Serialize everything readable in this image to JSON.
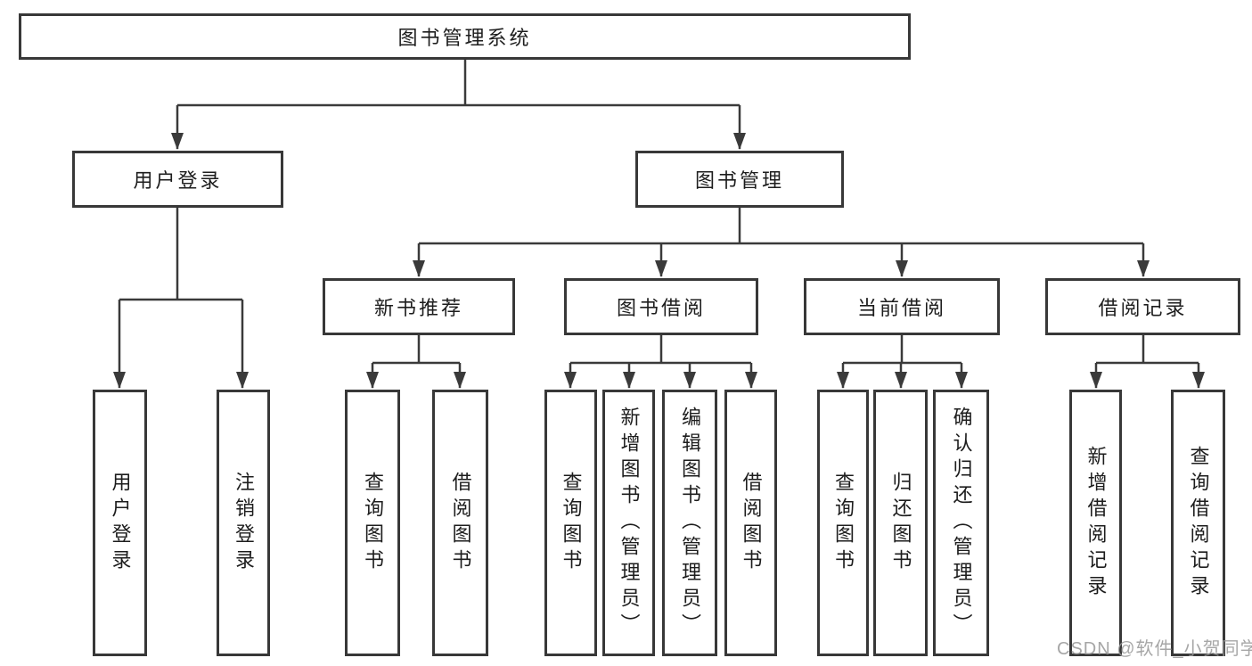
{
  "diagram": {
    "root": {
      "label": "图书管理系统"
    },
    "level2": [
      {
        "label": "用户登录"
      },
      {
        "label": "图书管理"
      }
    ],
    "level3": [
      {
        "label": "新书推荐"
      },
      {
        "label": "图书借阅"
      },
      {
        "label": "当前借阅"
      },
      {
        "label": "借阅记录"
      }
    ],
    "leaves": [
      {
        "label": "用户登录"
      },
      {
        "label": "注销登录"
      },
      {
        "label": "查询图书"
      },
      {
        "label": "借阅图书"
      },
      {
        "label": "查询图书"
      },
      {
        "label": "新增图书（管理员）"
      },
      {
        "label": "编辑图书（管理员）"
      },
      {
        "label": "借阅图书"
      },
      {
        "label": "查询图书"
      },
      {
        "label": "归还图书"
      },
      {
        "label": "确认归还（管理员）"
      },
      {
        "label": "新增借阅记录"
      },
      {
        "label": "查询借阅记录"
      }
    ],
    "watermark": "CSDN @软件_小贺同学",
    "colors": {
      "line": "#3a3a3a",
      "border": "#383838",
      "text": "#1d1d1d",
      "watermark_text": "#969696",
      "background": "#ffffff"
    }
  }
}
